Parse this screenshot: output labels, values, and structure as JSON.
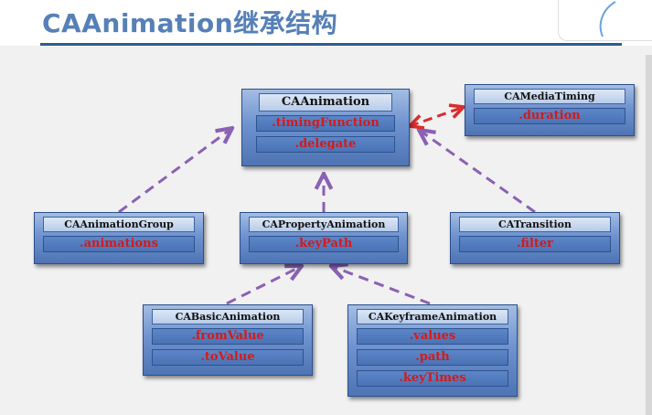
{
  "title": "CAAnimation继承结构",
  "colors": {
    "title": "#5680b6",
    "rule": "#2d5c92",
    "arrow": "#8a61b3",
    "protocol_arrow": "#d92d2d",
    "field_text": "#d31a1a"
  },
  "nodes": {
    "caanimation": {
      "name": "CAAnimation",
      "fields": [
        ".timingFunction",
        ".delegate"
      ]
    },
    "camediatiming": {
      "name": "CAMediaTiming",
      "fields": [
        ".duration"
      ]
    },
    "caanimationgroup": {
      "name": "CAAnimationGroup",
      "fields": [
        ".animations"
      ]
    },
    "capropertyanimation": {
      "name": "CAPropertyAnimation",
      "fields": [
        ".keyPath"
      ]
    },
    "catransition": {
      "name": "CATransition",
      "fields": [
        ".filter"
      ]
    },
    "cabasicanimation": {
      "name": "CABasicAnimation",
      "fields": [
        ".fromValue",
        ".toValue"
      ]
    },
    "cakeyframeanimation": {
      "name": "CAKeyframeAnimation",
      "fields": [
        ".values",
        ".path",
        ".keyTimes"
      ]
    }
  }
}
